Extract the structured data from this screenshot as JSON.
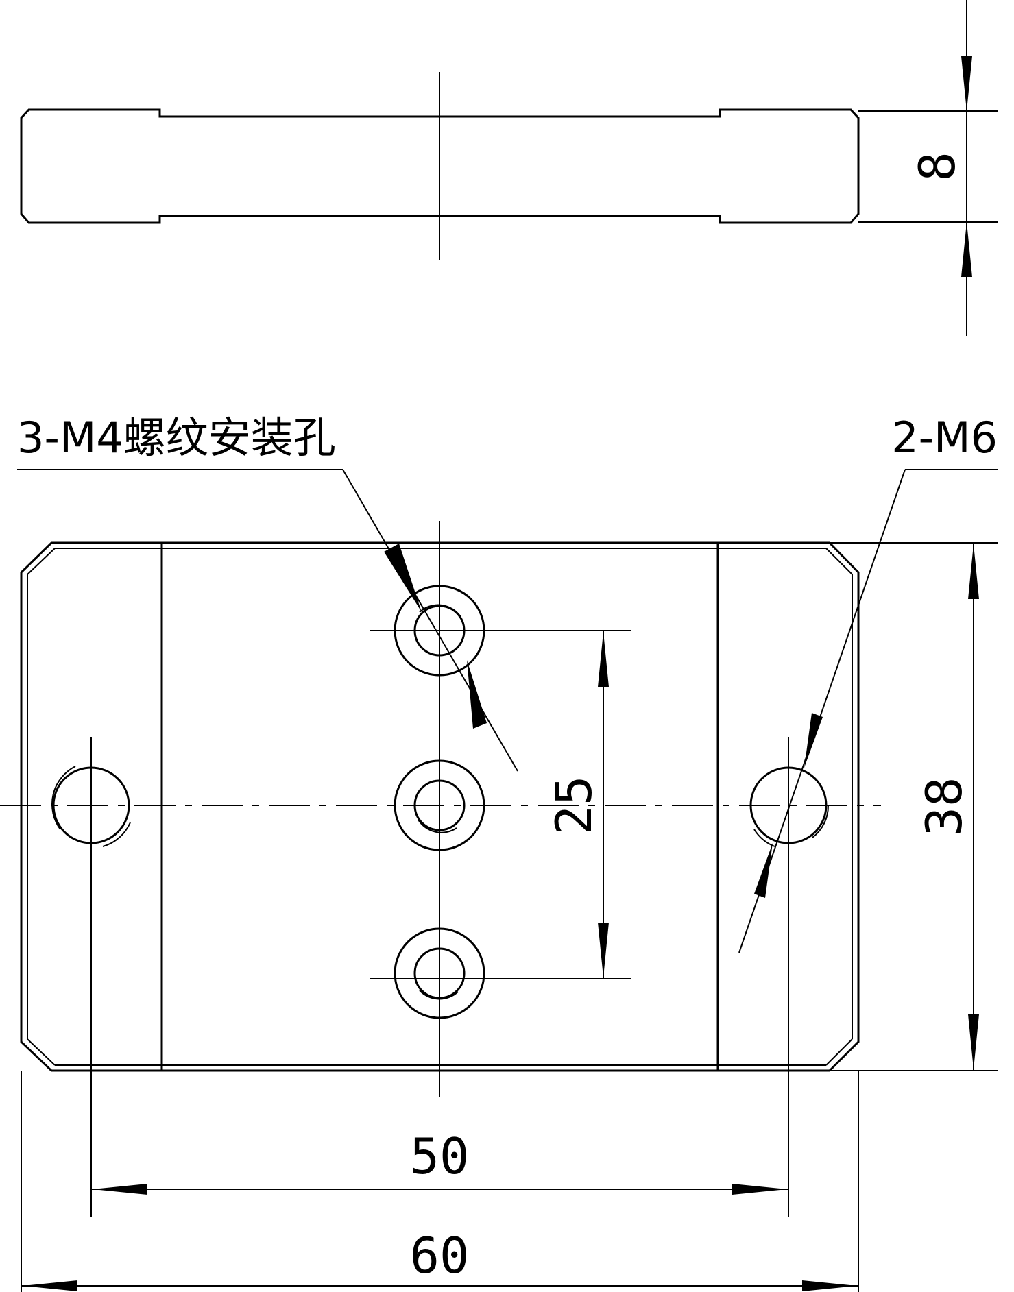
{
  "annotations": {
    "threaded_holes_label": "3-M4螺纹安装孔",
    "side_holes_label": "2-M6"
  },
  "dimensions": {
    "thickness": "8",
    "hole_pitch": "25",
    "height": "38",
    "mount_span": "50",
    "width": "60"
  }
}
